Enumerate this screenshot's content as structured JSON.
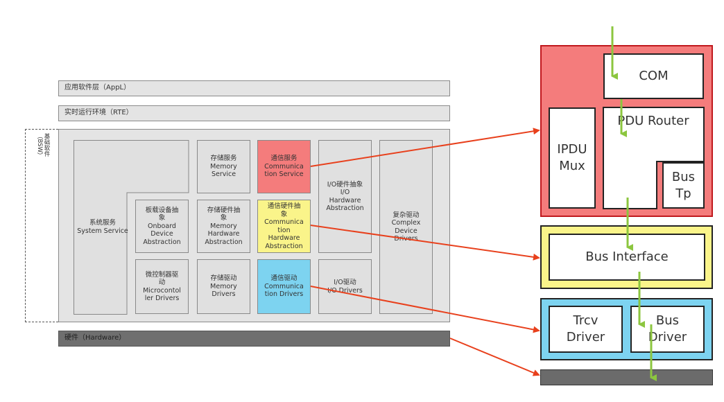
{
  "layers": {
    "appl": "应用软件层（AppL）",
    "rte": "实时运行环境（RTE）",
    "hardware": "硬件（Hardware）",
    "bsw_label": "基础软件（BSW）"
  },
  "modules": {
    "system_service": [
      "系统服务",
      "System Service"
    ],
    "memory_service": [
      "存储服务",
      "Memory",
      "Service"
    ],
    "communication_service": [
      "通信服务",
      "Communica",
      "tion Service"
    ],
    "io_hw_abstraction": [
      "I/O硬件抽象",
      "I/O",
      "Hardware",
      "Abstraction"
    ],
    "complex_drivers": [
      "复杂驱动",
      "Complex",
      "Device",
      "Drivers"
    ],
    "onboard_device_abstraction": [
      "板载设备抽",
      "象",
      "Onboard",
      "Device",
      "Abstraction"
    ],
    "memory_hw_abstraction": [
      "存储硬件抽",
      "象",
      "Memory",
      "Hardware",
      "Abstraction"
    ],
    "communication_hw_abstraction": [
      "通信硬件抽",
      "象",
      "Communica",
      "tion",
      "Hardware",
      "Abstraction"
    ],
    "microcontroller_drivers": [
      "微控制器驱",
      "动",
      "Microcontol",
      "ler Drivers"
    ],
    "memory_drivers": [
      "存储驱动",
      "Memory",
      "Drivers"
    ],
    "communication_drivers": [
      "通信驱动",
      "Communica",
      "tion Drivers"
    ],
    "io_drivers": [
      "I/O驱动",
      "I/O Drivers"
    ]
  },
  "stack": {
    "com": "COM",
    "pdu_router": "PDU Router",
    "ipdu_mux": "IPDU Mux",
    "bus_tp": "Bus Tp",
    "bus_interface": "Bus Interface",
    "trcv_driver": "Trcv Driver",
    "bus_driver": "Bus Driver"
  },
  "colors": {
    "communication_service": "#f47c7c",
    "communication_hw_abstraction": "#faf48a",
    "communication_drivers": "#7dd3f0",
    "arrow_red": "#e8401c",
    "arrow_green": "#8cc63f"
  }
}
